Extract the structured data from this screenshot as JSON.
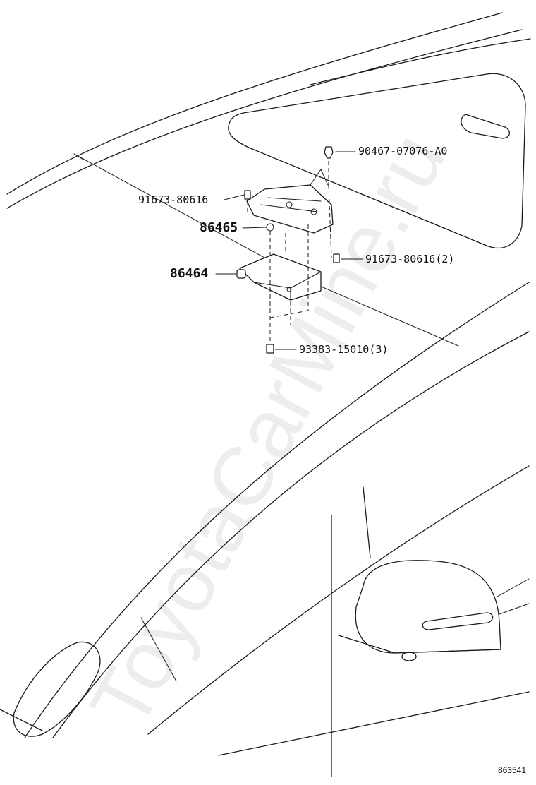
{
  "callouts": [
    {
      "id": "c1",
      "text": "90467-07076-A0"
    },
    {
      "id": "c2",
      "text": "91673-80616"
    },
    {
      "id": "c3",
      "text": "86465"
    },
    {
      "id": "c4",
      "text": "91673-80616(2)"
    },
    {
      "id": "c5",
      "text": "86464"
    },
    {
      "id": "c6",
      "text": "93383-15010(3)"
    }
  ],
  "diagram_id": "863541",
  "watermark": "ToyotaCarMine.ru"
}
